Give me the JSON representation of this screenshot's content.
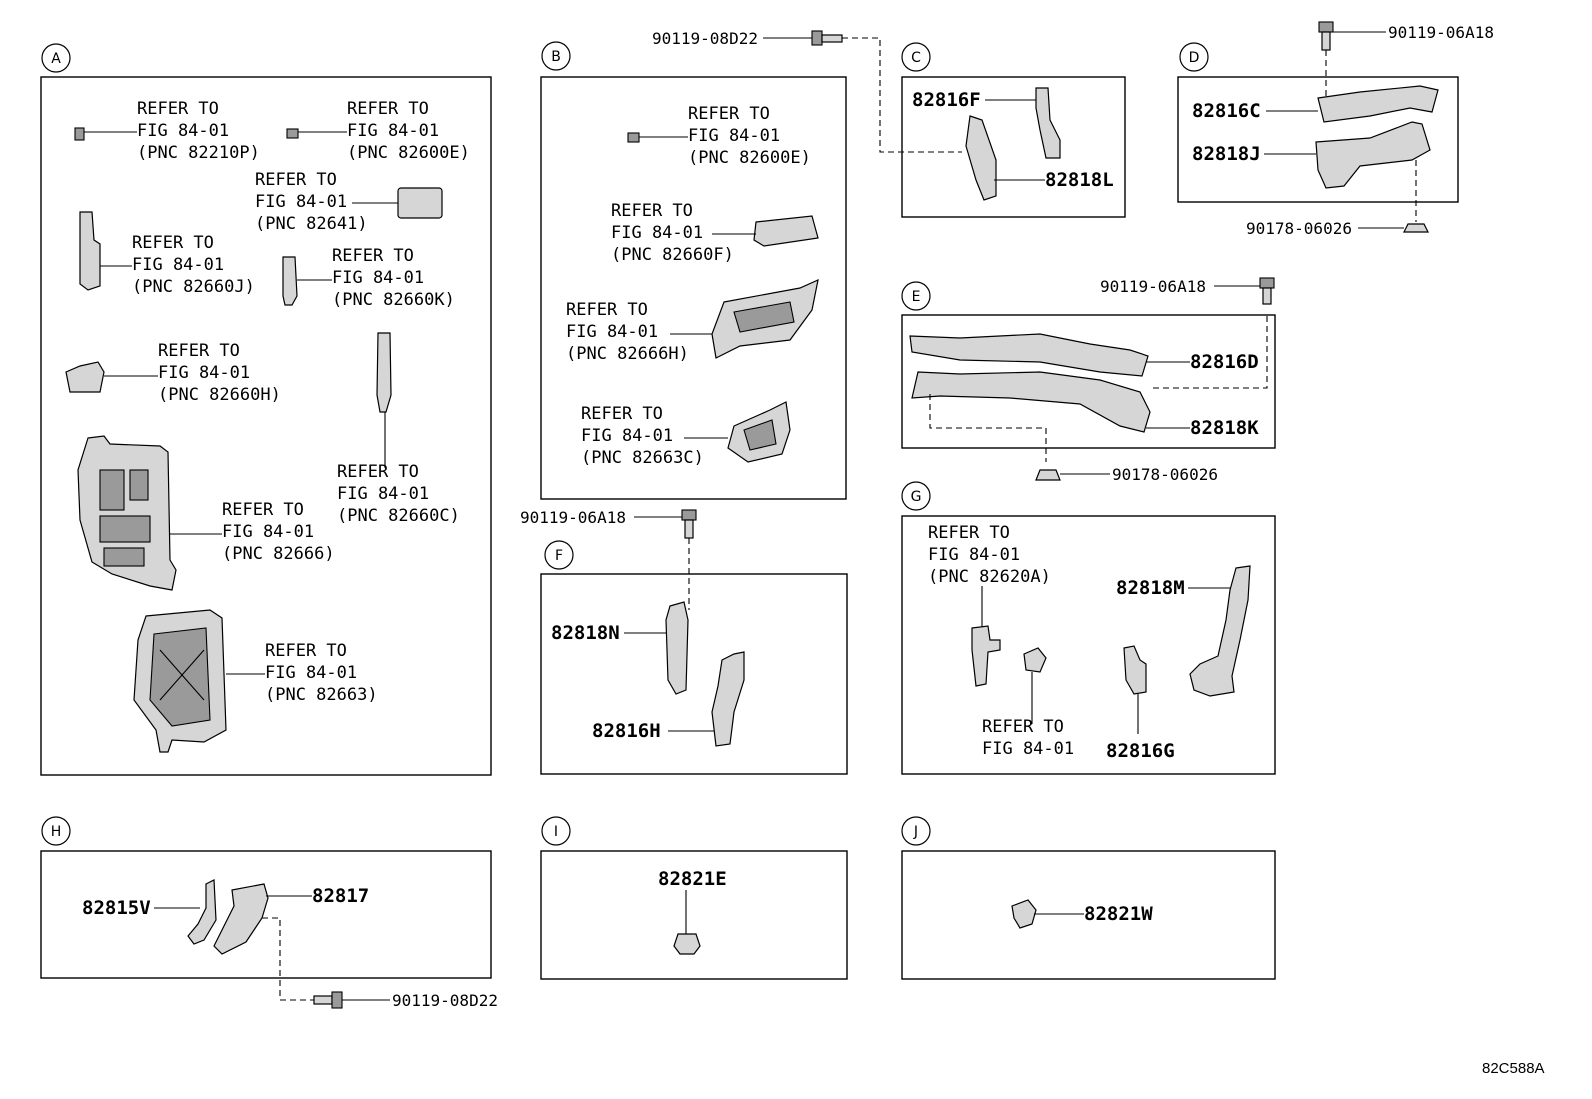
{
  "sections": {
    "A": {
      "caption": "A",
      "refs": [
        [
          "REFER TO",
          "FIG 84-01",
          "(PNC 82210P)"
        ],
        [
          "REFER TO",
          "FIG 84-01",
          "(PNC 82600E)"
        ],
        [
          "REFER TO",
          "FIG 84-01",
          "(PNC 82641)"
        ],
        [
          "REFER TO",
          "FIG 84-01",
          "(PNC 82660J)"
        ],
        [
          "REFER TO",
          "FIG 84-01",
          "(PNC 82660K)"
        ],
        [
          "REFER TO",
          "FIG 84-01",
          "(PNC 82660H)"
        ],
        [
          "REFER TO",
          "FIG 84-01",
          "(PNC 82660C)"
        ],
        [
          "REFER TO",
          "FIG 84-01",
          "(PNC 82666)"
        ],
        [
          "REFER TO",
          "FIG 84-01",
          "(PNC 82663)"
        ]
      ]
    },
    "B": {
      "caption": "B",
      "refs": [
        [
          "REFER TO",
          "FIG 84-01",
          "(PNC 82600E)"
        ],
        [
          "REFER TO",
          "FIG 84-01",
          "(PNC 82660F)"
        ],
        [
          "REFER TO",
          "FIG 84-01",
          "(PNC 82666H)"
        ],
        [
          "REFER TO",
          "FIG 84-01",
          "(PNC 82663C)"
        ]
      ],
      "fastener": "90119-08D22"
    },
    "C": {
      "caption": "C",
      "parts": [
        "82816F",
        "82818L"
      ]
    },
    "D": {
      "caption": "D",
      "parts": [
        "82816C",
        "82818J"
      ],
      "fasteners": [
        "90119-06A18",
        "90178-06026"
      ]
    },
    "E": {
      "caption": "E",
      "parts": [
        "82816D",
        "82818K"
      ],
      "fasteners": [
        "90119-06A18",
        "90178-06026"
      ]
    },
    "F": {
      "caption": "F",
      "parts": [
        "82818N",
        "82816H"
      ],
      "fastener": "90119-06A18"
    },
    "G": {
      "caption": "G",
      "ref1": [
        "REFER TO",
        "FIG 84-01",
        "(PNC 82620A)"
      ],
      "ref2": [
        "REFER TO",
        "FIG 84-01"
      ],
      "parts": [
        "82818M",
        "82816G"
      ]
    },
    "H": {
      "caption": "H",
      "parts": [
        "82815V",
        "82817"
      ],
      "fastener": "90119-08D22"
    },
    "I": {
      "caption": "I",
      "parts": [
        "82821E"
      ]
    },
    "J": {
      "caption": "J",
      "parts": [
        "82821W"
      ]
    }
  },
  "diagram_code": "82C588A"
}
